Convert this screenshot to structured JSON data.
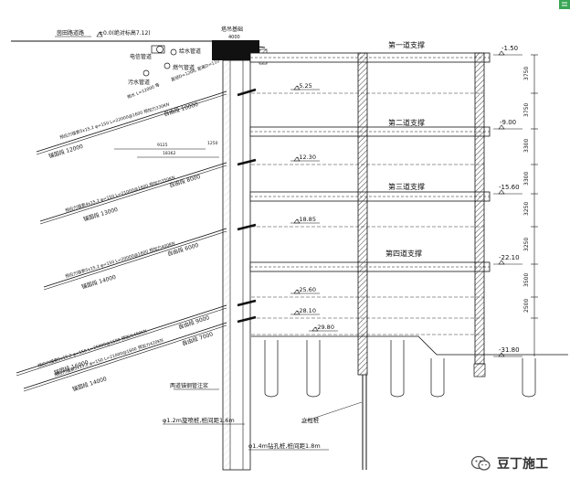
{
  "top": {
    "road_label": "茵田路道路",
    "zero_elevation": "±0.0(绝对标高7.12)",
    "crane_foundation": "塔吊基础",
    "crane_width": "4000"
  },
  "utilities": [
    {
      "label": "电信管道"
    },
    {
      "label": "给水管道"
    },
    {
      "label": "燃气管道"
    },
    {
      "label": "污水管道"
    }
  ],
  "utility_dims": [
    "直径D=1200, 距离D=110",
    "雨水 L=12000 等"
  ],
  "supports": [
    {
      "label": "第一道支撑",
      "elevation": "-1.50"
    },
    {
      "label": "第二道支撑",
      "elevation": "-9.00"
    },
    {
      "label": "第三道支撑",
      "elevation": "-15.60"
    },
    {
      "label": "第四道支撑",
      "elevation": "-22.10"
    }
  ],
  "dig_levels": [
    "-5.25",
    "-12.30",
    "-18.85",
    "-25.60",
    "-28.10",
    "-29.80"
  ],
  "bottom_level": "-31.80",
  "spacings": [
    "3750",
    "3750",
    "3300",
    "3300",
    "3250",
    "3250",
    "3500",
    "2500"
  ],
  "anchors": [
    {
      "spec": "预应力锚索5x15.2  φ=150  L=22000@1600  预加力330KN",
      "free": "自由段 10000",
      "anchor": "锚固段 12000",
      "dims": [
        "9125",
        "18362",
        "1250"
      ]
    },
    {
      "spec": "预应力锚索4x15.2  φ=150  L=21000@1600  预加力350KN",
      "free": "自由段 8000",
      "anchor": "锚固段 13000"
    },
    {
      "spec": "预应力锚索5x15.2  φ=150  L=20000@1600  预加力400KN",
      "free": "自由段 6000",
      "anchor": "锚固段 14000"
    },
    {
      "spec": "预应力锚索5x15.2  φ=150  L=25000@1600  预加力450KN",
      "free": "自由段 9000",
      "anchor": "锚固段 16000"
    },
    {
      "spec": "预应力锚索5x15.2  φ=150  L=21000@1600  预加力420KN",
      "free": "自由段 7000",
      "anchor": "锚固段 14000"
    }
  ],
  "callouts": {
    "anchor_steel_pipe": "两道锚钢管注浆",
    "rotary_pile": "φ1.2m旋喷桩,桩间距1.6m",
    "bored_pile": "φ1.4m钻孔桩,桩间距1.8m",
    "column_pile": "立柱桩"
  },
  "watermark": {
    "label": "豆丁施工",
    "icon": "wechat-icon"
  },
  "colors": {
    "line": "#111111",
    "column_fill": "#d9d9d9",
    "corner_badge": "#3aa655"
  }
}
